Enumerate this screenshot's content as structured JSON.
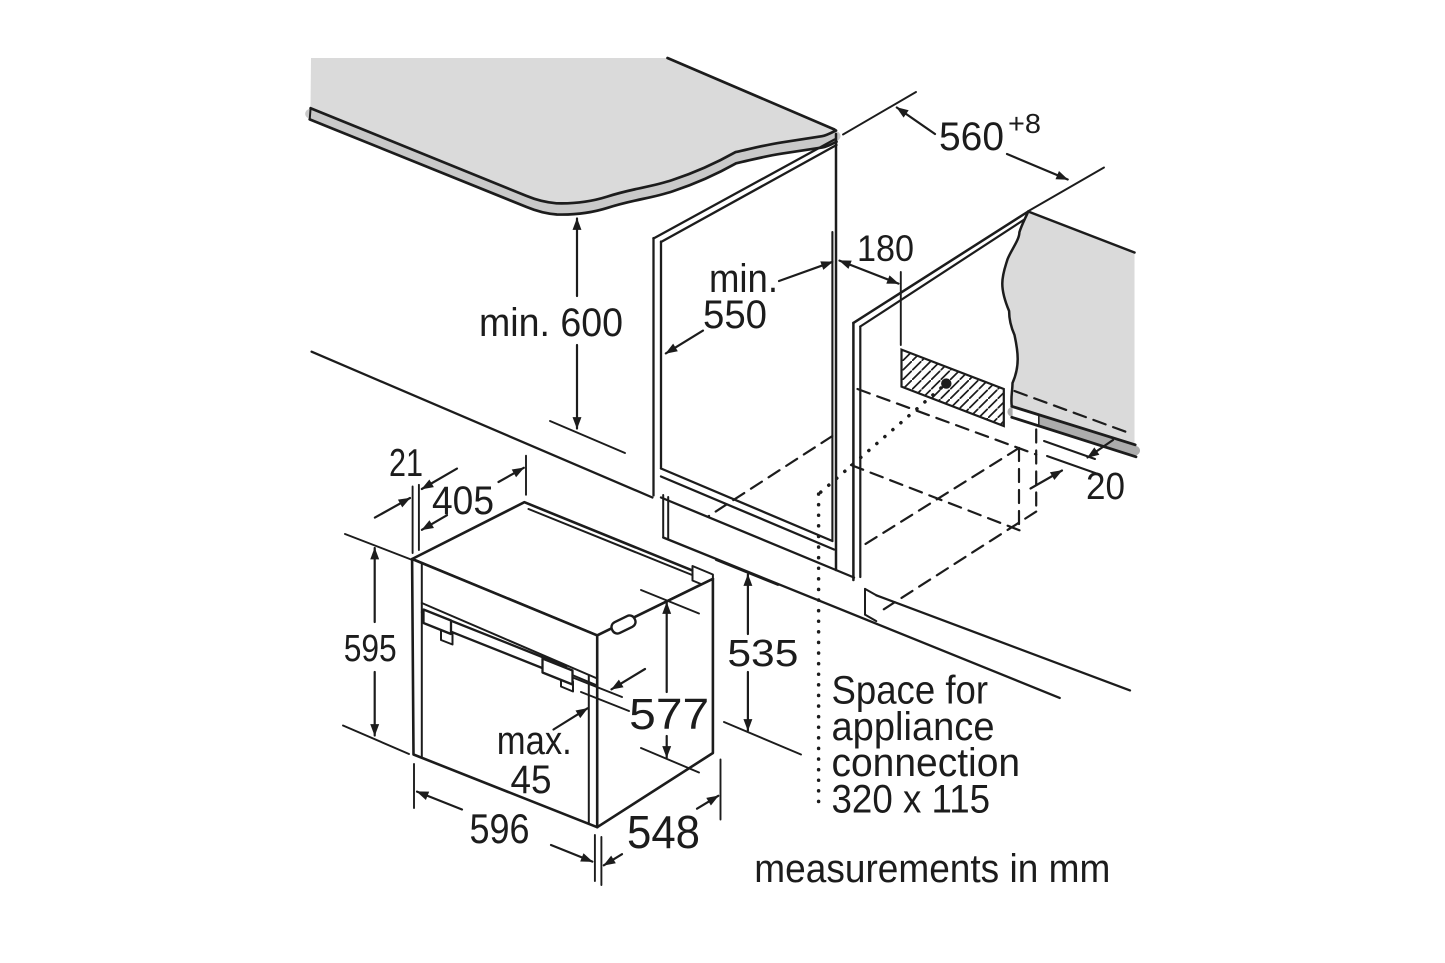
{
  "title": "Built-in oven installation diagram",
  "colors": {
    "ink": "#1c1c1c",
    "surface": "#dadada",
    "edgeleft": "#c9c9c9",
    "edgeright": "#acacac",
    "bg": "#ffffff"
  },
  "diagram": {
    "units_note": "measurements in mm",
    "connection_note": {
      "line1": "Space for",
      "line2": "appliance",
      "line3": "connection",
      "line4": "320 x 115"
    },
    "dimensions": {
      "niche_height": "min. 600",
      "niche_depth_prefix": "min.",
      "niche_depth_value": "550",
      "niche_width": "560",
      "niche_width_tolerance": "+8",
      "connection_offset": "180",
      "rear_gap": "20",
      "front_frame": "21",
      "top_depth": "405",
      "oven_height": "595",
      "rear_height": "535",
      "side_height": "577",
      "handle_prefix": "max.",
      "handle_depth": "45",
      "oven_width": "596",
      "oven_depth": "548"
    }
  }
}
